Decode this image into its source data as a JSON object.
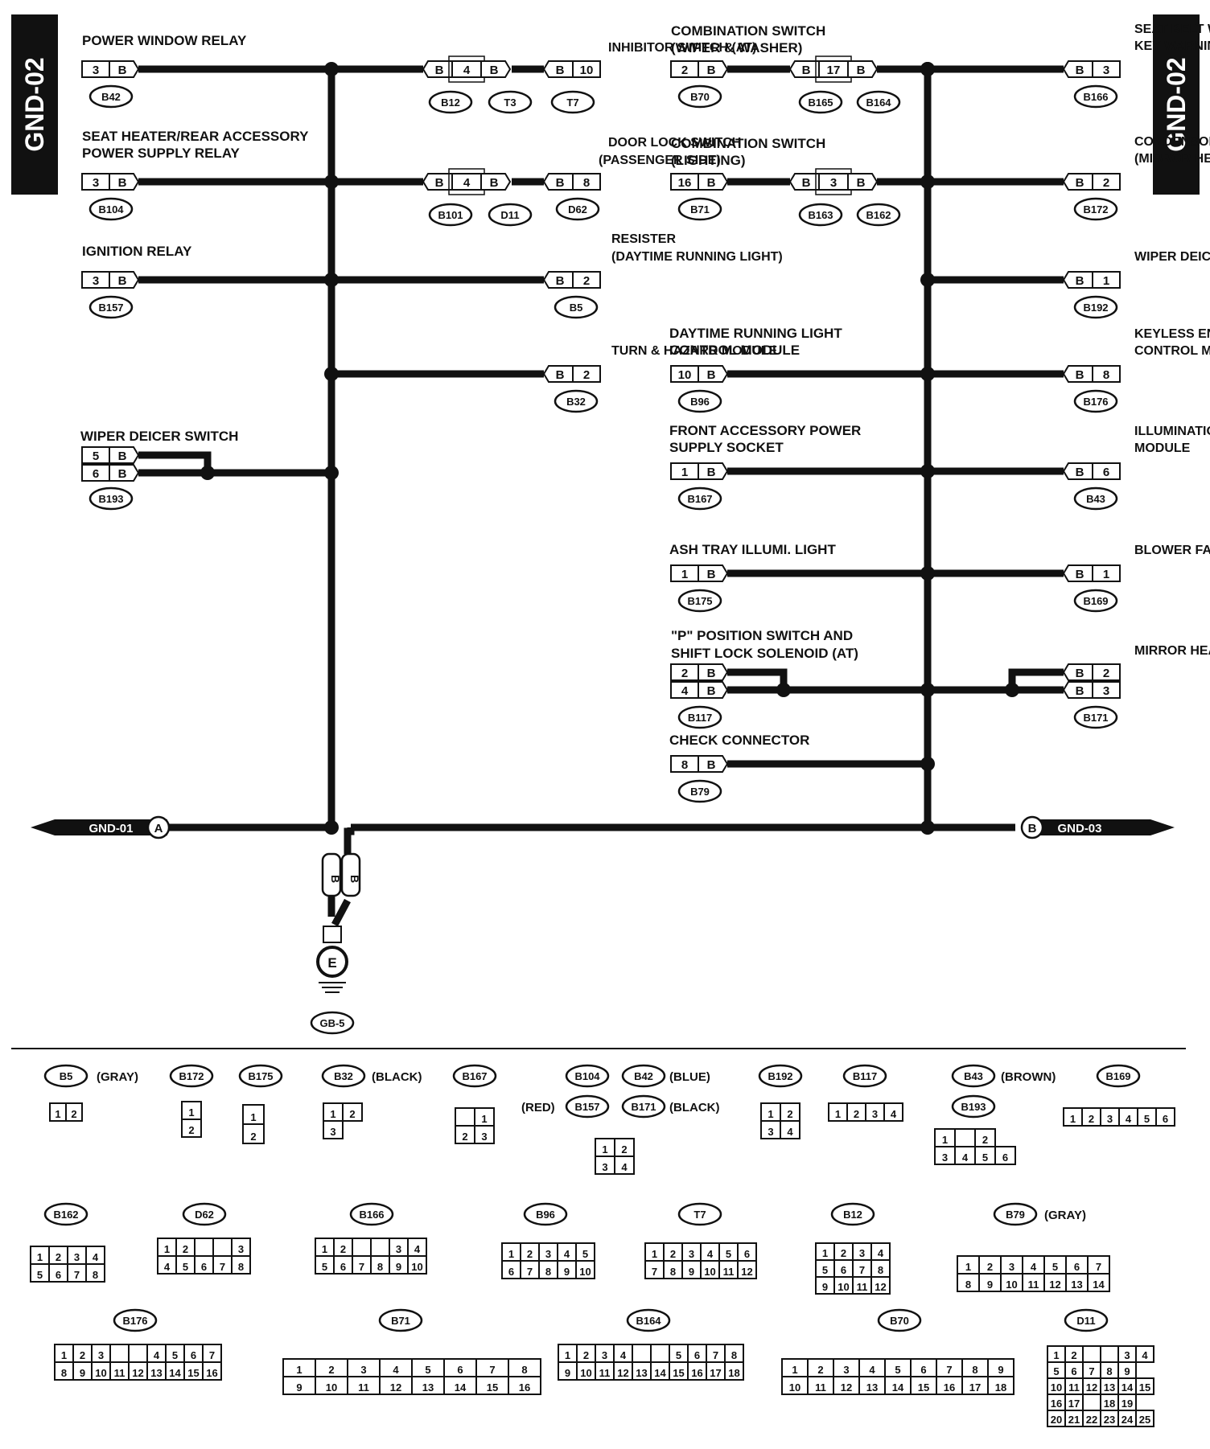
{
  "sheet": {
    "tag": "GND-02"
  },
  "components": [
    {
      "label": [
        "POWER WINDOW RELAY"
      ],
      "connector": "B42",
      "pins": [
        "3"
      ],
      "wire": "B"
    },
    {
      "label": [
        "SEAT HEATER/REAR ACCESSORY",
        "POWER SUPPLY RELAY"
      ],
      "connector": "B104",
      "pins": [
        "3"
      ],
      "wire": "B"
    },
    {
      "label": [
        "IGNITION RELAY"
      ],
      "connector": "B157",
      "pins": [
        "3"
      ],
      "wire": "B"
    },
    {
      "label": [
        "WIPER DEICER SWITCH"
      ],
      "connector": "B193",
      "pins": [
        "5",
        "6"
      ],
      "wire": "B"
    },
    {
      "label": [
        "INHIBITOR SWITCH (AT)"
      ],
      "connector": "T7",
      "pins": [
        "10"
      ],
      "wire": "B",
      "inline": {
        "pin": "4",
        "connectors": [
          "B12",
          "T3"
        ]
      }
    },
    {
      "label": [
        "DOOR LOCK SWITCH",
        "(PASSENGER SIDE)"
      ],
      "connector": "D62",
      "pins": [
        "8"
      ],
      "wire": "B",
      "inline": {
        "pin": "4",
        "connectors": [
          "B101",
          "D11"
        ]
      }
    },
    {
      "label": [
        "RESISTER",
        "(DAYTIME RUNNING LIGHT)"
      ],
      "connector": "B5",
      "pins": [
        "2"
      ],
      "wire": "B"
    },
    {
      "label": [
        "TURN & HAZARD MODULE"
      ],
      "connector": "B32",
      "pins": [
        "2"
      ],
      "wire": "B"
    },
    {
      "label": [
        "COMBINATION SWITCH",
        "(WIPER & WASHER)"
      ],
      "connector": "B70",
      "pins": [
        "2"
      ],
      "wire": "B",
      "inline": {
        "pin": "17",
        "connectors": [
          "B165",
          "B164"
        ]
      }
    },
    {
      "label": [
        "COMBINATION SWITCH",
        "(LIGHTING)"
      ],
      "connector": "B71",
      "pins": [
        "16"
      ],
      "wire": "B",
      "inline": {
        "pin": "3",
        "connectors": [
          "B163",
          "B162"
        ]
      }
    },
    {
      "label": [
        "DAYTIME RUNNING LIGHT",
        "CONTROL MODULE"
      ],
      "connector": "B96",
      "pins": [
        "10"
      ],
      "wire": "B"
    },
    {
      "label": [
        "FRONT ACCESSORY POWER",
        "SUPPLY SOCKET"
      ],
      "connector": "B167",
      "pins": [
        "1"
      ],
      "wire": "B"
    },
    {
      "label": [
        "ASH TRAY ILLUMI. LIGHT"
      ],
      "connector": "B175",
      "pins": [
        "1"
      ],
      "wire": "B"
    },
    {
      "label": [
        "\"P\" POSITION SWITCH AND",
        "SHIFT LOCK SOLENOID (AT)"
      ],
      "connector": "B117",
      "pins": [
        "2",
        "4"
      ],
      "wire": "B"
    },
    {
      "label": [
        "CHECK CONNECTOR"
      ],
      "connector": "B79",
      "pins": [
        "8"
      ],
      "wire": "B"
    },
    {
      "label": [
        "SEAT BELT WARNING AND",
        "KEY WARNING MODULE"
      ],
      "connector": "B166",
      "pins": [
        "3"
      ],
      "wire": "B"
    },
    {
      "label": [
        "CONDENSOR",
        "(MIRROR HEATER)"
      ],
      "connector": "B172",
      "pins": [
        "2"
      ],
      "wire": "B"
    },
    {
      "label": [
        "WIPER DEICER TIMER"
      ],
      "connector": "B192",
      "pins": [
        "1"
      ],
      "wire": "B"
    },
    {
      "label": [
        "KEYLESS ENTRY",
        "CONTROL MODULE"
      ],
      "connector": "B176",
      "pins": [
        "8"
      ],
      "wire": "B"
    },
    {
      "label": [
        "ILLUMINATION CONTROL",
        "MODULE"
      ],
      "connector": "B43",
      "pins": [
        "6"
      ],
      "wire": "B"
    },
    {
      "label": [
        "BLOWER FAN SWITCH"
      ],
      "connector": "B169",
      "pins": [
        "1"
      ],
      "wire": "B"
    },
    {
      "label": [
        "MIRROR HEATER RELAY"
      ],
      "connector": "B171",
      "pins": [
        "2",
        "3"
      ],
      "wire": "B"
    }
  ],
  "links": {
    "left": {
      "sheet": "GND-01",
      "point": "A"
    },
    "right": {
      "sheet": "GND-03",
      "point": "B"
    }
  },
  "ground": {
    "wires": [
      "B",
      "B"
    ],
    "symbol": "E",
    "point": "GB-5"
  },
  "legend": {
    "row1": [
      {
        "ids": [
          "B5"
        ],
        "color": "(GRAY)"
      },
      {
        "ids": [
          "B172"
        ]
      },
      {
        "ids": [
          "B175"
        ]
      },
      {
        "ids": [
          "B32"
        ],
        "color": "(BLACK)"
      },
      {
        "ids": [
          "B167"
        ]
      },
      {
        "ids": [
          "B104",
          "B42",
          "B157",
          "B171"
        ],
        "colors": [
          "(BLUE)",
          "(RED)",
          "(BLACK)"
        ]
      },
      {
        "ids": [
          "B192"
        ]
      },
      {
        "ids": [
          "B117"
        ]
      },
      {
        "ids": [
          "B43",
          "B193"
        ],
        "color": "(BROWN)"
      },
      {
        "ids": [
          "B169"
        ]
      }
    ],
    "row2": [
      {
        "ids": [
          "B162"
        ]
      },
      {
        "ids": [
          "D62"
        ]
      },
      {
        "ids": [
          "B166"
        ]
      },
      {
        "ids": [
          "B96"
        ]
      },
      {
        "ids": [
          "T7"
        ]
      },
      {
        "ids": [
          "B12"
        ]
      },
      {
        "ids": [
          "B79"
        ],
        "color": "(GRAY)"
      }
    ],
    "row3": [
      {
        "ids": [
          "B176"
        ]
      },
      {
        "ids": [
          "B71"
        ]
      },
      {
        "ids": [
          "B164"
        ]
      },
      {
        "ids": [
          "B70"
        ]
      },
      {
        "ids": [
          "D11"
        ]
      }
    ]
  }
}
